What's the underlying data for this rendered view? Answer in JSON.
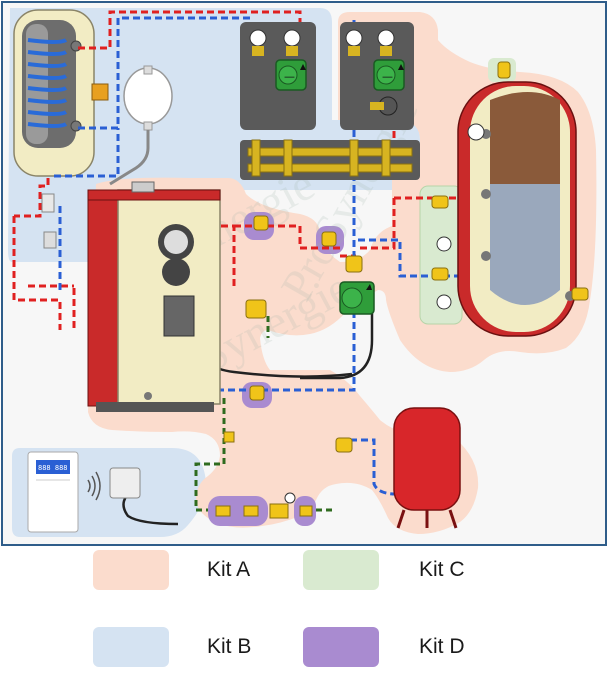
{
  "watermark": [
    "ProSynergie",
    "ProSynergie",
    "ProSynergie"
  ],
  "controller_display": [
    "888 888"
  ],
  "legend": {
    "kits": [
      {
        "label": "Kit A",
        "color": "#fbdccd"
      },
      {
        "label": "Kit B",
        "color": "#d5e3f2"
      },
      {
        "label": "Kit C",
        "color": "#d9ead0"
      },
      {
        "label": "Kit D",
        "color": "#a98bd0"
      }
    ]
  },
  "colors": {
    "hot_pipe": "#e02020",
    "cold_pipe": "#2a5fd4",
    "drain_pipe": "#2f6b1f",
    "boiler_red": "#c92a2a",
    "boiler_cream": "#f2ecc4",
    "pump_green": "#2f9d3a",
    "manifold_gold": "#d7b421",
    "frame": "#2f5d8a"
  },
  "icons": [
    "hot-water-cylinder-icon",
    "expansion-vessel-icon",
    "wood-boiler-icon",
    "circulator-pump-icon",
    "manifold-icon",
    "buffer-tank-icon",
    "safety-valve-icon",
    "thermometer-icon",
    "controller-icon",
    "wireless-signal-icon",
    "sensor-box-icon",
    "filling-valve-icon",
    "mixing-valve-icon"
  ]
}
